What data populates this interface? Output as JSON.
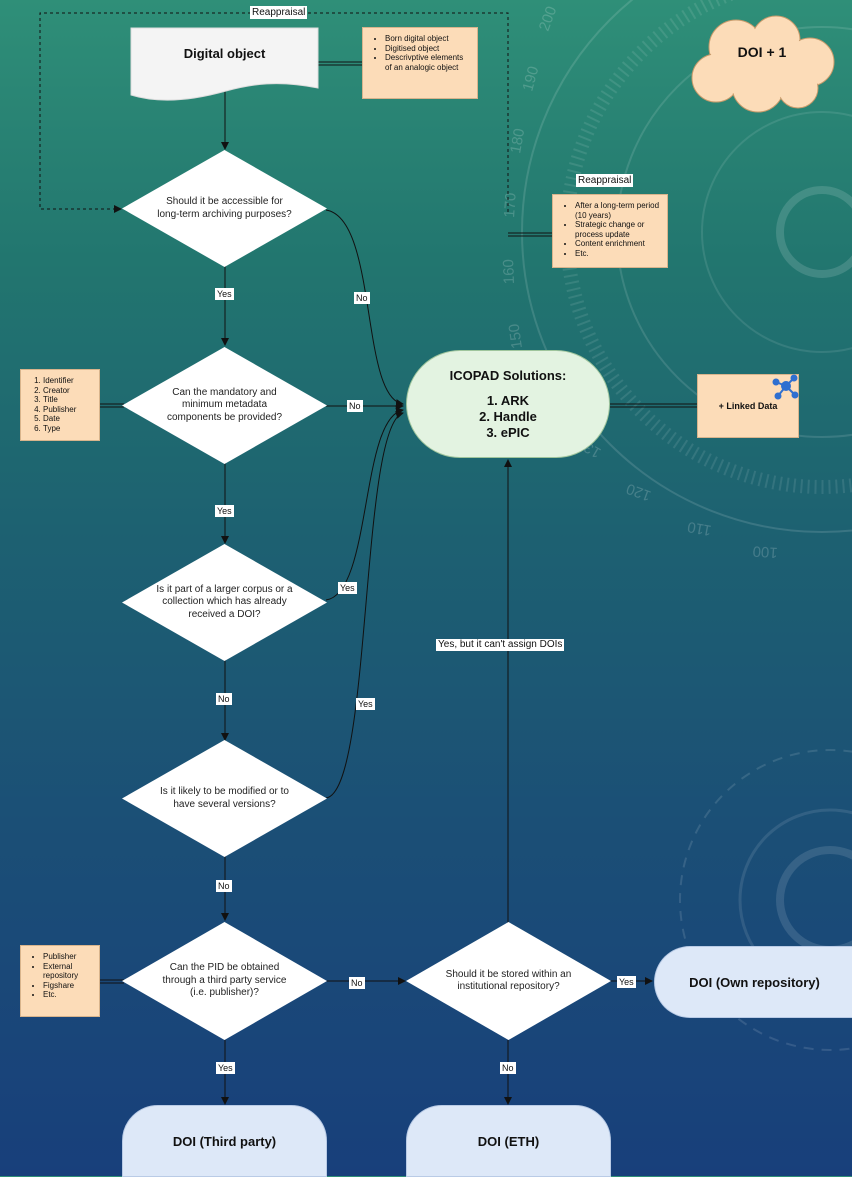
{
  "nodes": {
    "digital_object": "Digital object",
    "q_accessible": "Should it be accessible for long-term archiving purposes?",
    "q_metadata": "Can the mandatory and minimum metadata components be provided?",
    "q_corpus": "Is it part of a larger corpus or a collection which has already received a DOI?",
    "q_modified": "Is it likely to be modified or to have several versions?",
    "q_third_party": "Can the PID be obtained through a third party service (i.e. publisher)?",
    "q_repository": "Should it be stored within an institutional repository?",
    "icopad_title": "ICOPAD Solutions:",
    "icopad_items": [
      "1. ARK",
      "2. Handle",
      "3. ePIC"
    ],
    "doi_own_repository": "DOI (Own repository)",
    "doi_third_party": "DOI (Third party)",
    "doi_eth": "DOI (ETH)",
    "doi_plus_one": "DOI + 1",
    "linked_data": "+ Linked Data"
  },
  "notes": {
    "digital_object_types": [
      "Born digital object",
      "Digitised object",
      "Descrivptive elements of an analogic object"
    ],
    "reappraisal_title": "Reappraisal",
    "reappraisal_items": [
      "After a long-term period (10 years)",
      "Strategic change or process update",
      "Content enrichment",
      "Etc."
    ],
    "metadata_fields": [
      "Identifier",
      "Creator",
      "Title",
      "Publisher",
      "Date",
      "Type"
    ],
    "third_party_services": [
      "Publisher",
      "External repository",
      "Figshare",
      "Etc."
    ]
  },
  "edge_labels": {
    "reappraisal_loop": "Reappraisal",
    "yes_1": "Yes",
    "no_1": "No",
    "no_2": "No",
    "yes_2": "Yes",
    "yes_3": "Yes",
    "no_3": "No",
    "yes_4": "Yes",
    "no_4": "No",
    "no_5": "No",
    "yes_5": "Yes",
    "yes_6": "Yes",
    "no_6": "No",
    "yes_cant_assign": "Yes, but it can't assign DOIs"
  },
  "background": {
    "dial_numbers": [
      "200",
      "190",
      "180",
      "170",
      "160",
      "150",
      "130",
      "120",
      "110",
      "100"
    ]
  },
  "colors": {
    "diamond": "#ffffff",
    "note": "#fcdcb8",
    "icopad": "#e3f3e1",
    "pill": "#dde8f8",
    "cloud": "#fcdcb8",
    "linked_data_icon": "#2f6fd0"
  }
}
